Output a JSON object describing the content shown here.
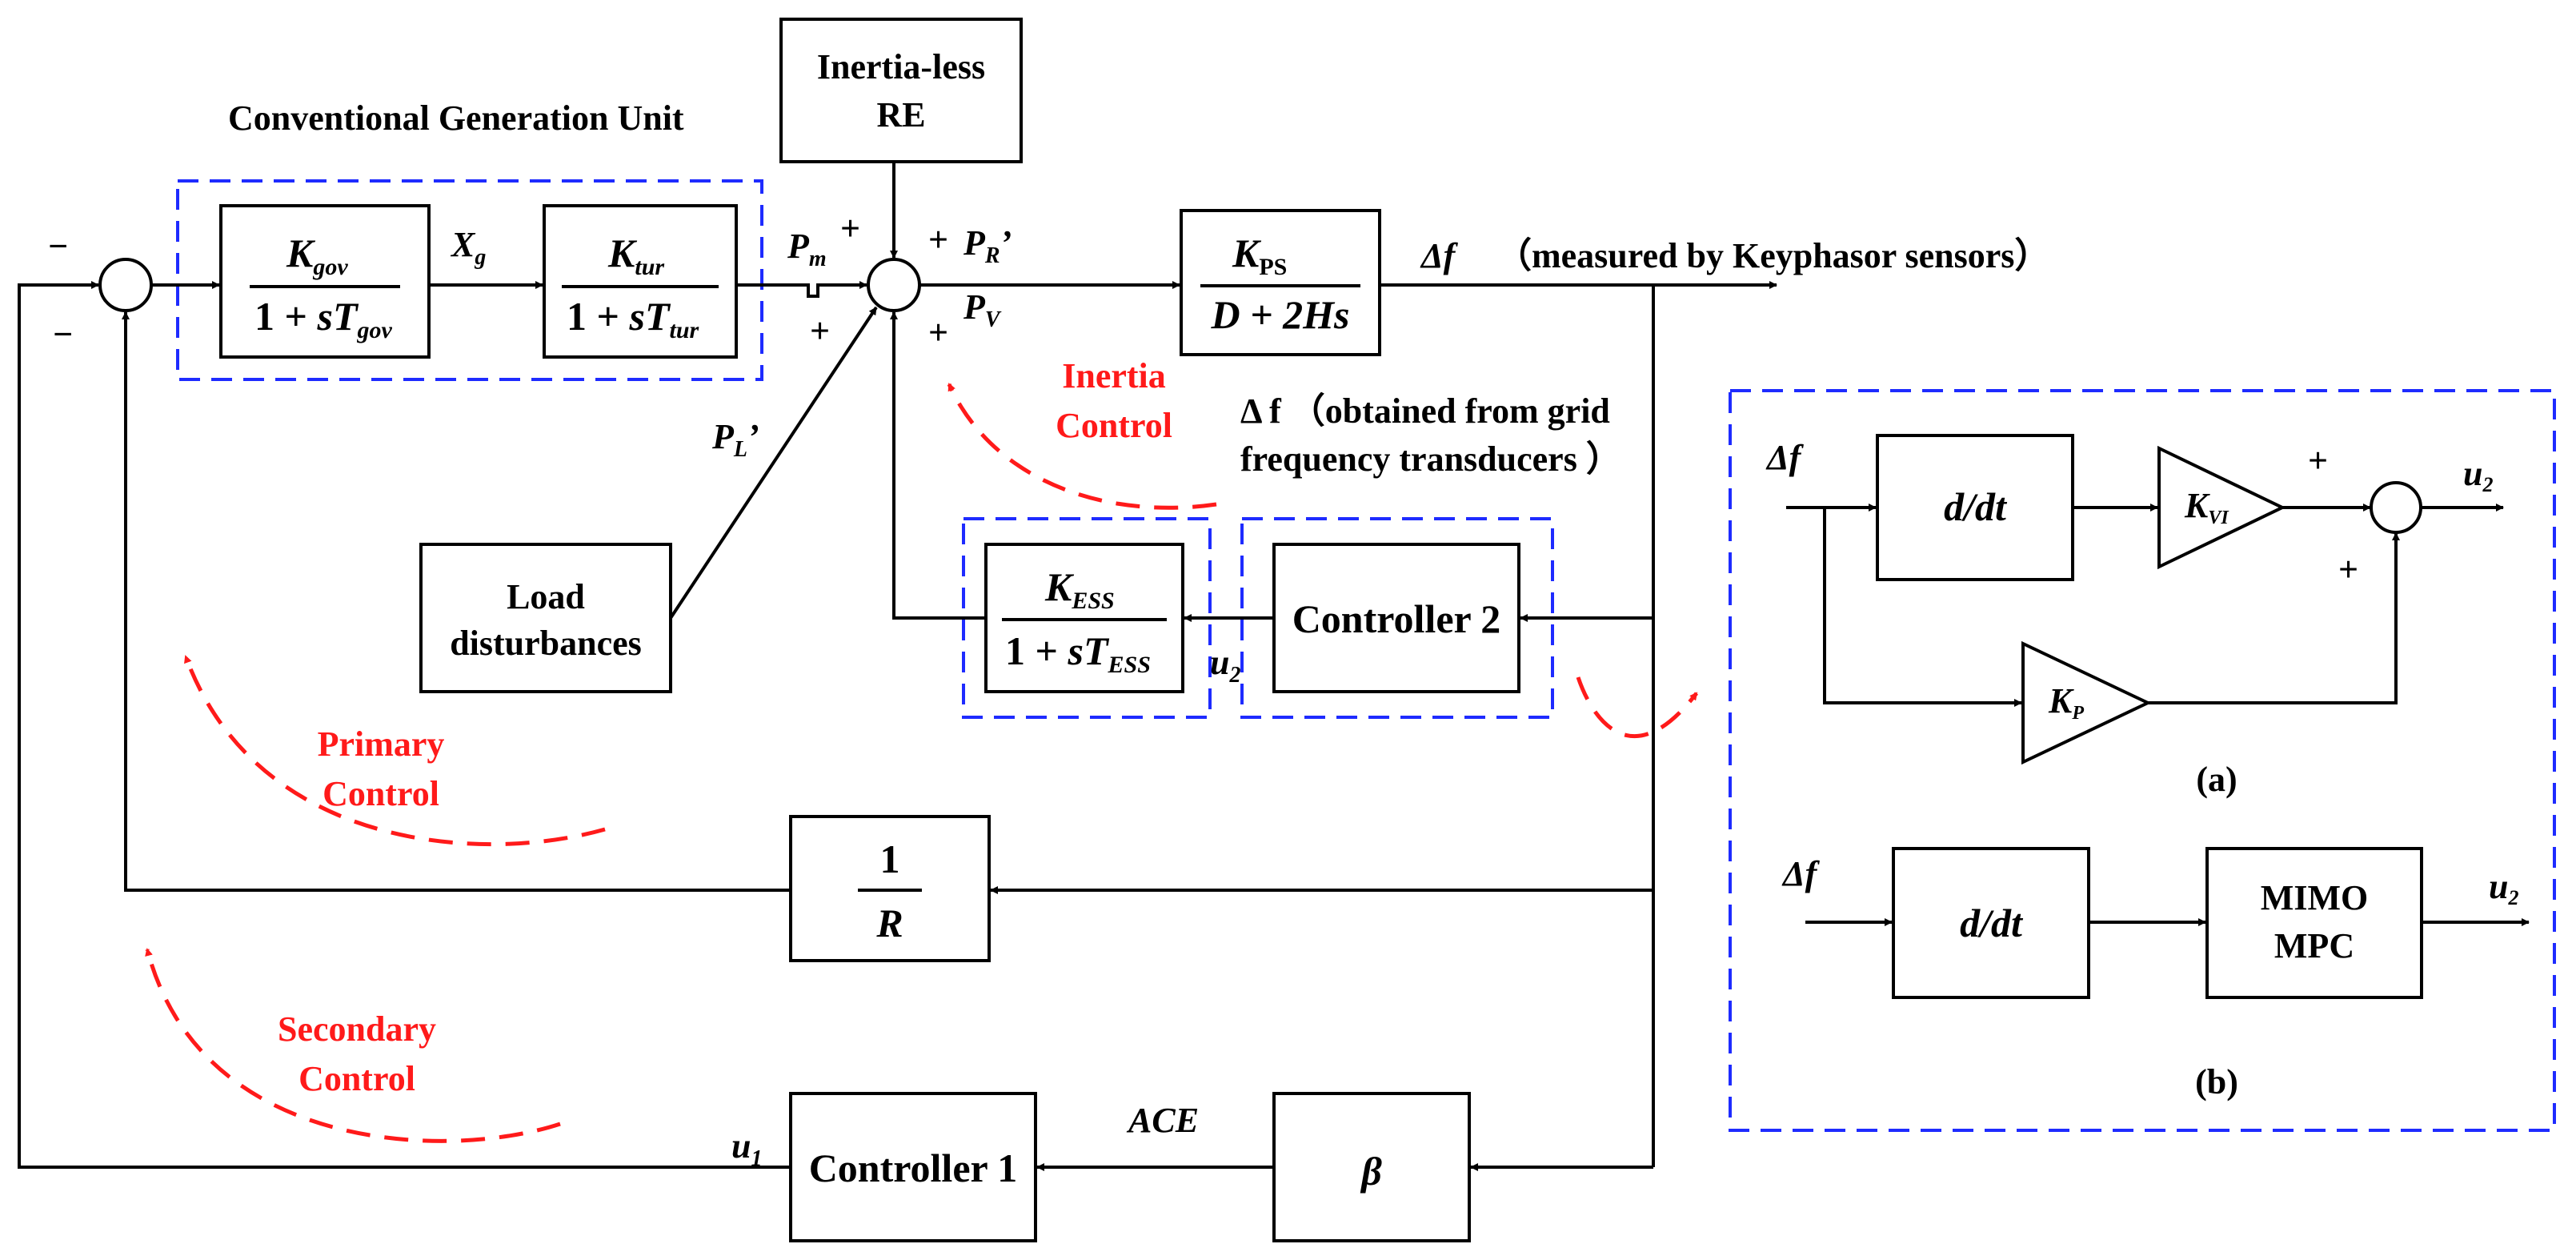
{
  "title": "Conventional Generation Unit",
  "blocks": {
    "inertia_less_re": [
      "Inertia-less",
      "RE"
    ],
    "k_gov": {
      "num": "K",
      "num_sub": "gov",
      "den_a": "1 + ",
      "den_s": "sT",
      "den_sub": "gov"
    },
    "k_tur": {
      "num": "K",
      "num_sub": "tur",
      "den_a": "1 + ",
      "den_s": "sT",
      "den_sub": "tur"
    },
    "k_ps": {
      "num": "K",
      "num_sub": "PS",
      "den": "D + 2Hs"
    },
    "k_ess": {
      "num": "K",
      "num_sub": "ESS",
      "den_a": "1 + ",
      "den_s": "sT",
      "den_sub": "ESS"
    },
    "load": [
      "Load",
      "disturbances"
    ],
    "controller2": "Controller 2",
    "controller1": "Controller 1",
    "one_over_r": {
      "num": "1",
      "den": "R"
    },
    "beta": "β"
  },
  "signals": {
    "xg": "X",
    "xg_sub": "g",
    "pm": "P",
    "pm_sub": "m",
    "pr": "P",
    "pr_sub": "R",
    "pr_prime": "’",
    "pv": "P",
    "pv_sub": "V",
    "pl": "P",
    "pl_sub": "L",
    "pl_prime": "’",
    "delta_f": "Δf",
    "measured": "（measured by Keyphasor sensors）",
    "obtained_1": "Δ f （obtained from grid",
    "obtained_2": "frequency transducers ）",
    "u2": "u",
    "u2_sub": "2",
    "u1": "u",
    "u1_sub": "1",
    "ace": "ACE"
  },
  "signs": {
    "plus": "+",
    "minus": "−"
  },
  "controls": {
    "inertia": [
      "Inertia",
      "Control"
    ],
    "primary": [
      "Primary",
      "Control"
    ],
    "secondary": [
      "Secondary",
      "Control"
    ]
  },
  "panel_a": {
    "delta_f": "Δf",
    "ddt": "d/dt",
    "kvi": "K",
    "kvi_sub": "VI",
    "kp": "K",
    "kp_sub": "P",
    "u2": "u",
    "u2_sub": "2",
    "label": "(a)"
  },
  "panel_b": {
    "delta_f": "Δf",
    "ddt": "d/dt",
    "mpc": [
      "MIMO",
      "MPC"
    ],
    "u2": "u",
    "u2_sub": "2",
    "label": "(b)"
  },
  "colors": {
    "dashed_box": "#1e2bff",
    "control_text": "#ff1a1a",
    "line": "#000000"
  }
}
